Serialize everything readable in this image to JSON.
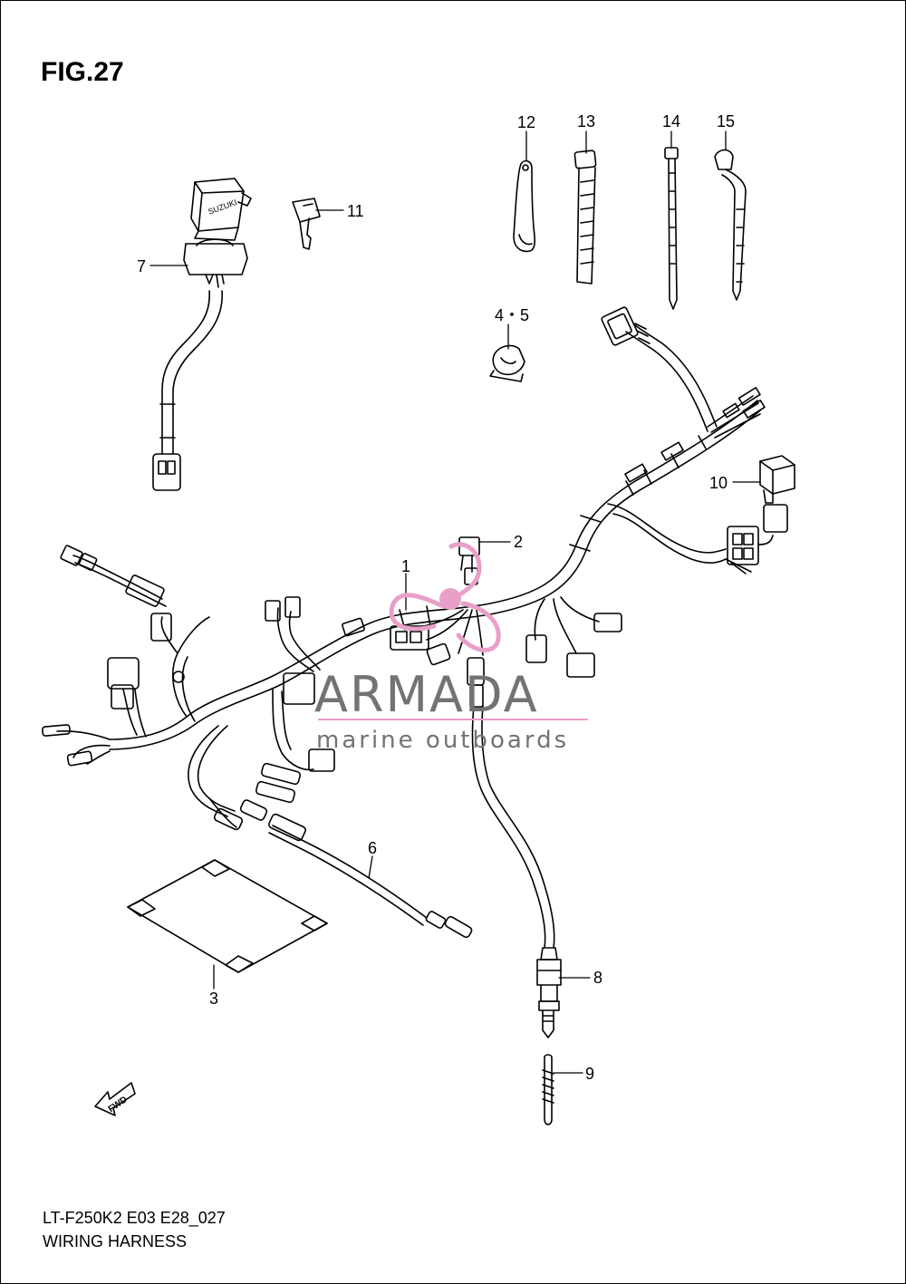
{
  "figure": {
    "title": "FIG.27",
    "code": "LT-F250K2 E03 E28_027",
    "name": "WIRING HARNESS"
  },
  "callouts": [
    "1",
    "2",
    "3",
    "4・5",
    "6",
    "7",
    "8",
    "9",
    "10",
    "11",
    "12",
    "13",
    "14",
    "15"
  ],
  "direction_marker": "FWD",
  "watermark": {
    "brand": "ARMADA",
    "tagline": "marine outboards",
    "logo_color": "#e8a0c8",
    "text_color": "#737373"
  }
}
